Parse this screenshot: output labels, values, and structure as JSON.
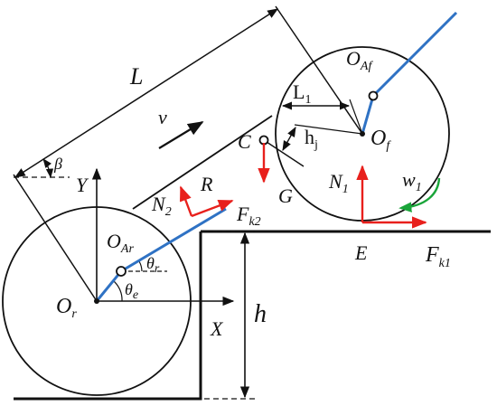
{
  "colors": {
    "ink": "#111111",
    "arm": "#2f72c4",
    "force": "#e8201c",
    "omega": "#1aa53a"
  },
  "labels": {
    "L": "L",
    "v": "v",
    "beta": "β",
    "Y": "Y",
    "X": "X",
    "R": "R",
    "N2": "N",
    "N2_sub": "2",
    "Fk2": "F",
    "Fk2_sub": "k2",
    "OAr": "O",
    "OAr_sub": "Ar",
    "theta_r": "θ",
    "theta_r_sub": "r",
    "theta_e": "θ",
    "theta_e_sub": "e",
    "Or": "O",
    "Or_sub": "r",
    "h": "h",
    "L1": "L",
    "L1_sub": "1",
    "hj": "h",
    "hj_sub": "j",
    "C": "C",
    "G": "G",
    "OAf": "O",
    "OAf_sub": "Af",
    "Of": "O",
    "Of_sub": "f",
    "N1": "N",
    "N1_sub": "1",
    "w1": "w",
    "w1_sub": "1",
    "E": "E",
    "Fk1": "F",
    "Fk1_sub": "k1"
  }
}
